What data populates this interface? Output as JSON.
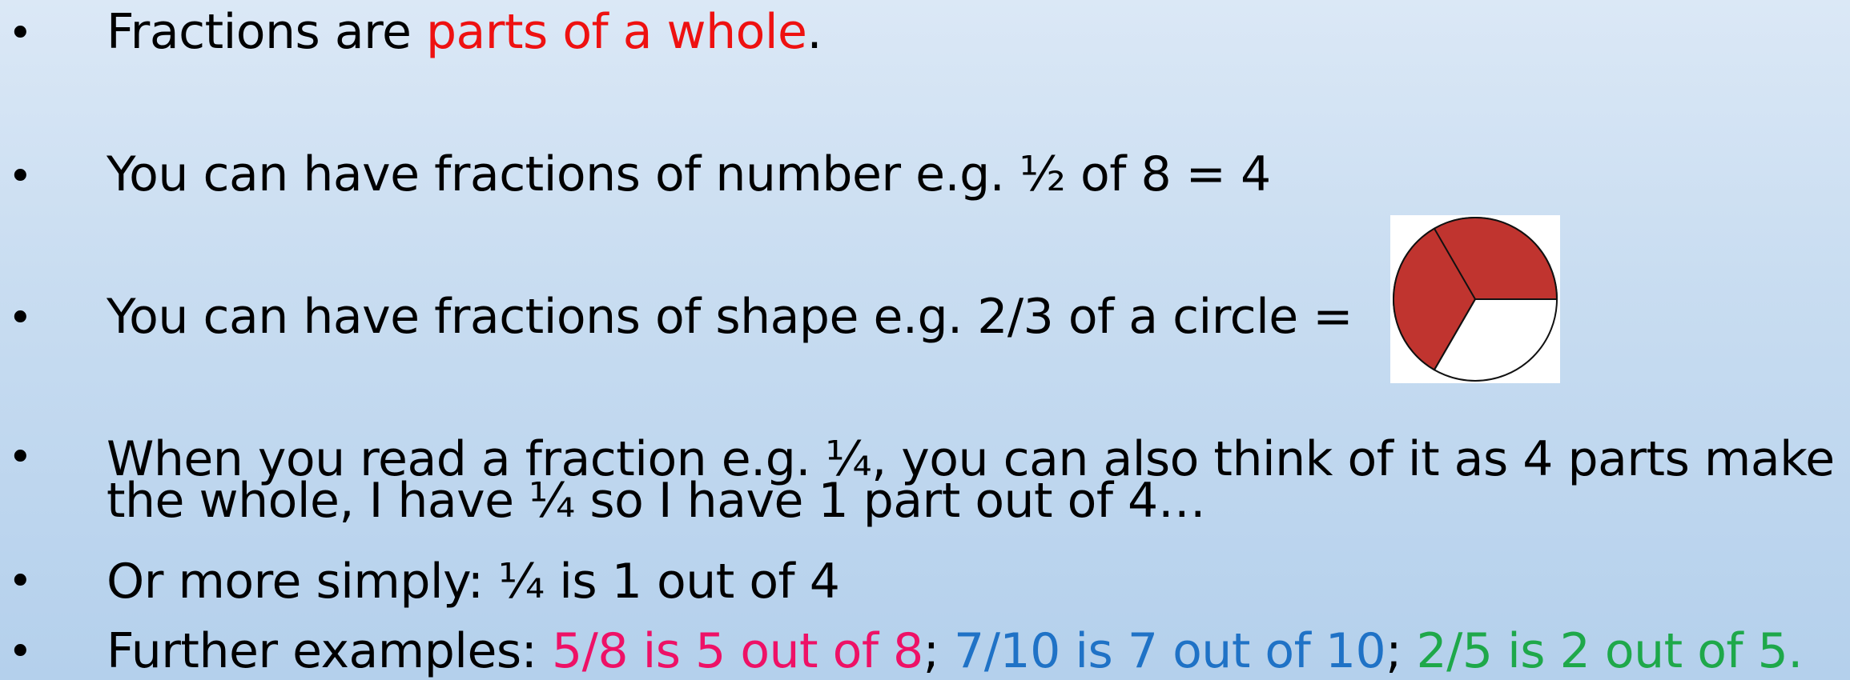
{
  "bullets": {
    "b1": {
      "marker": "•",
      "text_before": "Fractions are ",
      "highlight": "parts of a whole",
      "text_after": "."
    },
    "b2": {
      "marker": "•",
      "text": "You can have fractions of number e.g. ½ of 8 = 4"
    },
    "b3": {
      "marker": "•",
      "text": "You can have fractions of shape e.g. 2/3 of a circle ="
    },
    "b4": {
      "marker": "•",
      "line1": "When you read a fraction e.g. ¼, you can also think of it as 4 parts make",
      "line2": "the whole, I have ¼ so I have 1 part out of 4…"
    },
    "b5": {
      "marker": "•",
      "text": "Or more simply: ¼ is 1 out of 4"
    },
    "b6": {
      "marker": "•",
      "prefix": "Further examples: ",
      "ex1": "5/8 is 5 out of 8",
      "sep1": "; ",
      "ex2": "7/10 is 7 out of 10",
      "sep2": "; ",
      "ex3": "2/5 is 2 out of 5",
      "end": "."
    }
  },
  "pie": {
    "shaded_fraction": "2/3",
    "fill_color": "#c0342f",
    "empty_color": "#ffffff"
  },
  "colors": {
    "highlight_red": "#ee1111",
    "example_pink": "#ee1166",
    "example_blue": "#1f72c6",
    "example_green": "#1ea84a"
  }
}
